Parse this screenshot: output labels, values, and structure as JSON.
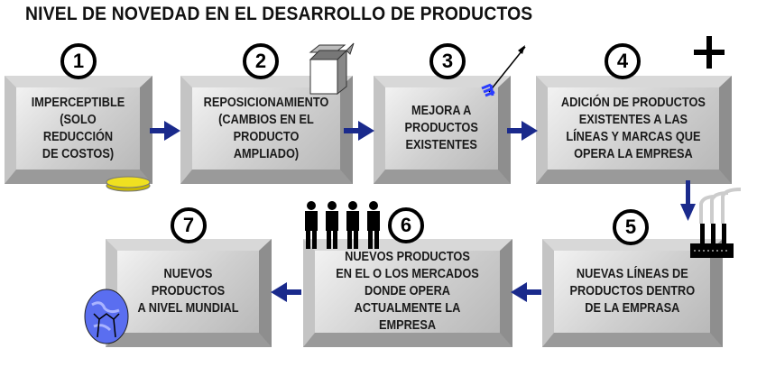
{
  "title": "NIVEL DE NOVEDAD EN EL DESARROLLO DE PRODUCTOS",
  "steps": [
    {
      "number": "1",
      "text": "IMPERCEPTIBLE\n(SOLO REDUCCIÓN\nDE COSTOS)",
      "icon": "coin-icon"
    },
    {
      "number": "2",
      "text": "REPOSICIONAMIENTO\n(CAMBIOS EN EL\nPRODUCTO AMPLIADO)",
      "icon": "box-icon"
    },
    {
      "number": "3",
      "text": "MEJORA A\nPRODUCTOS\nEXISTENTES",
      "icon": "arrow-up-icon"
    },
    {
      "number": "4",
      "text": "ADICIÓN DE PRODUCTOS\nEXISTENTES A LAS\nLÍNEAS Y MARCAS QUE\nOPERA LA EMPRESA",
      "icon": "plus-icon"
    },
    {
      "number": "5",
      "text": "NUEVAS LÍNEAS DE\nPRODUCTOS DENTRO\nDE LA EMPRASA",
      "icon": "factory-icon"
    },
    {
      "number": "6",
      "text": "NUEVOS PRODUCTOS\nEN EL O LOS MERCADOS\nDONDE OPERA\nACTUALMENTE LA EMPRESA",
      "icon": "people-icon"
    },
    {
      "number": "7",
      "text": "NUEVOS PRODUCTOS\nA NIVEL MUNDIAL",
      "icon": "globe-icon"
    }
  ],
  "colors": {
    "arrow": "#1a2a8c",
    "coin": "#f0e020",
    "globe": "#5a6ef0"
  }
}
